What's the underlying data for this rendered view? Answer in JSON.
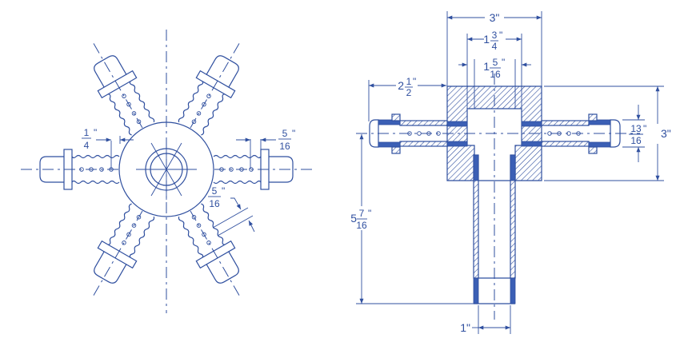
{
  "drawing": {
    "line_color": "#2f4f9f",
    "fill_color": "#3b5fb5",
    "left_view": {
      "dim_quarter": {
        "num": "1",
        "den": "4",
        "unit": "\""
      },
      "dim_five_sixteenths_right": {
        "num": "5",
        "den": "16",
        "unit": "\""
      },
      "dim_five_sixteenths_lower": {
        "num": "5",
        "den": "16",
        "unit": "\""
      }
    },
    "right_view": {
      "dim_width": {
        "text": "3\""
      },
      "dim_one_three_quarters": {
        "whole": "1",
        "num": "3",
        "den": "4",
        "unit": "\""
      },
      "dim_one_five_sixteenths": {
        "whole": "1",
        "num": "5",
        "den": "16",
        "unit": "\""
      },
      "dim_two_half": {
        "whole": "2",
        "num": "1",
        "den": "2",
        "unit": "\""
      },
      "dim_height": {
        "text": "3\""
      },
      "dim_thirteen_sixteenths": {
        "num": "13",
        "den": "16",
        "unit": "\""
      },
      "dim_five_seven_sixteenths": {
        "whole": "5",
        "num": "7",
        "den": "16",
        "unit": "\""
      },
      "dim_pipe": {
        "text": "1\""
      }
    }
  }
}
